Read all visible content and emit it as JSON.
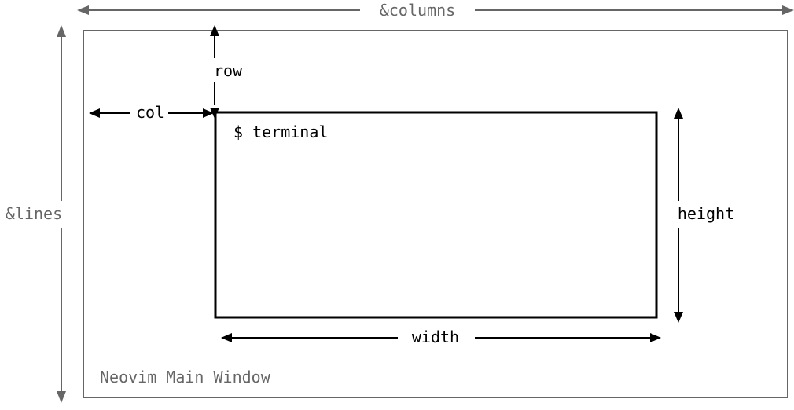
{
  "labels": {
    "columns": "&columns",
    "lines": "&lines",
    "row": "row",
    "col": "col",
    "terminal": "$ terminal",
    "height": "height",
    "width": "width",
    "main_window": "Neovim Main Window"
  },
  "colors": {
    "outer": "#666666",
    "inner": "#000000",
    "background": "#ffffff"
  }
}
